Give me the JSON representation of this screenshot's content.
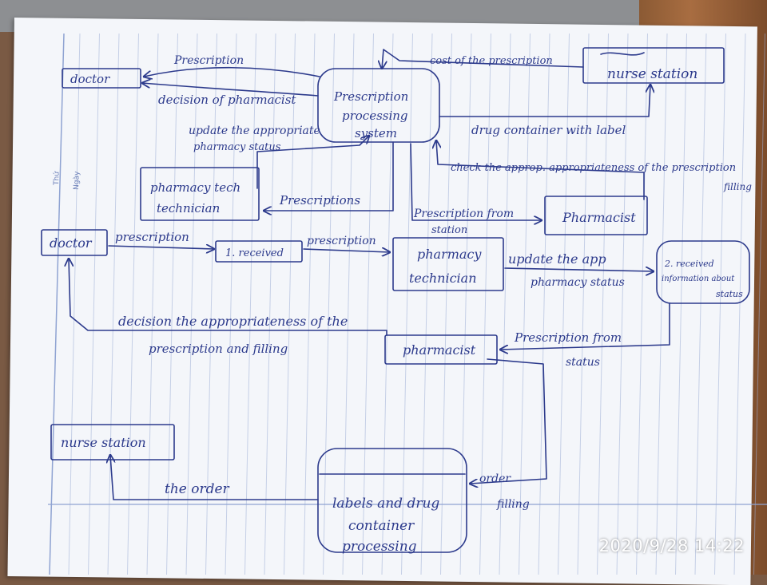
{
  "photo": {
    "timestamp": "2020/9/28  14:22"
  },
  "notebook": {
    "margin_labels": [
      "Thứ",
      "Ngày"
    ]
  },
  "diagram": {
    "nodes": {
      "doctor_top": "doctor",
      "nurse_station_top": "nurse  station",
      "central_system": [
        "Prescription",
        "processing",
        "system"
      ],
      "pharmacy_technician_top": [
        "pharmacy tech",
        "technician"
      ],
      "pharmacist_top": "Pharmacist",
      "doctor_mid": "doctor",
      "process_1": "1. received",
      "pharmacy_technician_mid": [
        "pharmacy",
        "technician"
      ],
      "process_2": [
        "2. received",
        "information about",
        "status"
      ],
      "pharmacist_mid": "pharmacist",
      "nurse_station_bottom": "nurse station",
      "label_container": [
        "labels and drug",
        "container",
        "processing"
      ]
    },
    "flows": {
      "prescription_top": "Prescription",
      "copy_of_prescription": "cost of the prescription",
      "decision_of_pharmacist": "decision of pharmacist",
      "drug_container_with_label": "drug container with label",
      "update_pharmacy_status_top": [
        "update the appropriate",
        "pharmacy status"
      ],
      "check_appropriateness": [
        "check the approp. appropriateness of the prescription",
        "filling"
      ],
      "prescriptions": "Prescriptions",
      "prescription_from_station": [
        "Prescription from",
        "station"
      ],
      "prescription_mid_1": "prescription",
      "prescription_mid_2": "prescription",
      "update_pharmacy_status_mid": [
        "update the app",
        "pharmacy status"
      ],
      "decision_appropriateness": [
        "decision the appropriateness of the",
        "prescription and filling"
      ],
      "prescription_from_status": [
        "Prescription from",
        "status"
      ],
      "order_filling": [
        "order",
        "filling"
      ],
      "the_order": "the order"
    }
  }
}
